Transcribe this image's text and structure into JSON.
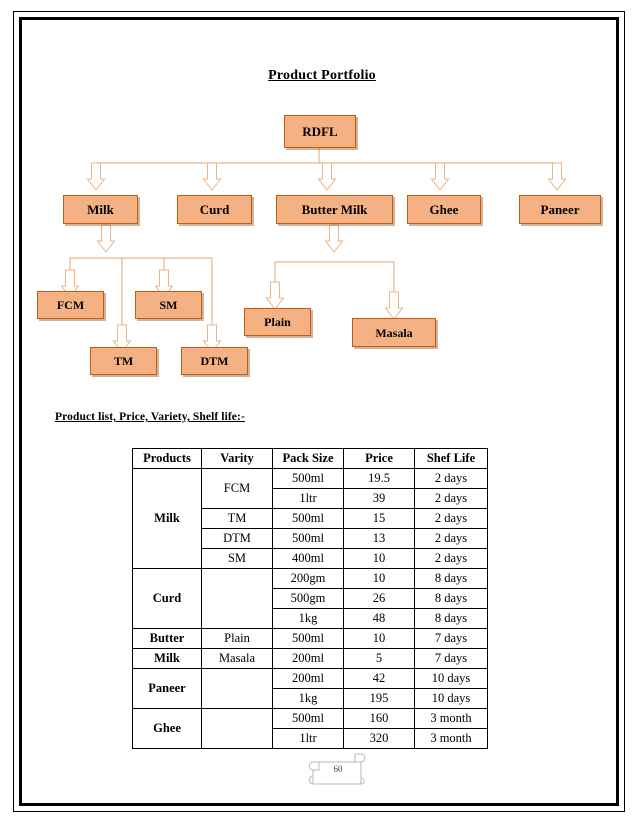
{
  "document": {
    "title": "Product Portfolio",
    "subtitle": "Product list, Price, Variety, Shelf life:-",
    "page_number": "60"
  },
  "colors": {
    "node_fill": "#F4B183",
    "node_border": "#C55A11",
    "connector": "#E8B58A",
    "page_border": "#000000"
  },
  "chart_data": {
    "type": "diagram",
    "title": "Product Portfolio",
    "root": "RDFL",
    "nodes": [
      {
        "id": "rdfl",
        "label": "RDFL",
        "level": 0
      },
      {
        "id": "milk",
        "label": "Milk",
        "level": 1,
        "parent": "rdfl"
      },
      {
        "id": "curd",
        "label": "Curd",
        "level": 1,
        "parent": "rdfl"
      },
      {
        "id": "bmilk",
        "label": "Butter Milk",
        "level": 1,
        "parent": "rdfl"
      },
      {
        "id": "ghee",
        "label": "Ghee",
        "level": 1,
        "parent": "rdfl"
      },
      {
        "id": "paneer",
        "label": "Paneer",
        "level": 1,
        "parent": "rdfl"
      },
      {
        "id": "fcm",
        "label": "FCM",
        "level": 2,
        "parent": "milk"
      },
      {
        "id": "sm",
        "label": "SM",
        "level": 2,
        "parent": "milk"
      },
      {
        "id": "tm",
        "label": "TM",
        "level": 2,
        "parent": "milk"
      },
      {
        "id": "dtm",
        "label": "DTM",
        "level": 2,
        "parent": "milk"
      },
      {
        "id": "plain",
        "label": "Plain",
        "level": 2,
        "parent": "bmilk"
      },
      {
        "id": "masala",
        "label": "Masala",
        "level": 2,
        "parent": "bmilk"
      }
    ]
  },
  "table": {
    "headers": [
      "Products",
      "Varity",
      "Pack Size",
      "Price",
      "Shef Life"
    ],
    "rows": [
      {
        "product": "Milk",
        "variety": "FCM",
        "pack": "500ml",
        "price": "19.5",
        "life": "2 days",
        "product_rowspan": 5,
        "variety_rowspan": 2
      },
      {
        "product": null,
        "variety": null,
        "pack": "1ltr",
        "price": "39",
        "life": "2 days"
      },
      {
        "product": null,
        "variety": "TM",
        "pack": "500ml",
        "price": "15",
        "life": "2 days",
        "variety_rowspan": 1
      },
      {
        "product": null,
        "variety": "DTM",
        "pack": "500ml",
        "price": "13",
        "life": "2 days",
        "variety_rowspan": 1
      },
      {
        "product": null,
        "variety": "SM",
        "pack": "400ml",
        "price": "10",
        "life": "2 days",
        "variety_rowspan": 1
      },
      {
        "product": "Curd",
        "variety": "",
        "pack": "200gm",
        "price": "10",
        "life": "8 days",
        "product_rowspan": 3,
        "variety_rowspan": 3
      },
      {
        "product": null,
        "variety": null,
        "pack": "500gm",
        "price": "26",
        "life": "8 days"
      },
      {
        "product": null,
        "variety": null,
        "pack": "1kg",
        "price": "48",
        "life": "8 days"
      },
      {
        "product": "Butter",
        "variety": "Plain",
        "pack": "500ml",
        "price": "10",
        "life": "7 days",
        "product_rowspan": 1,
        "variety_rowspan": 1
      },
      {
        "product": "Milk",
        "variety": "Masala",
        "pack": "200ml",
        "price": "5",
        "life": "7 days",
        "product_rowspan": 1,
        "variety_rowspan": 1
      },
      {
        "product": "Paneer",
        "variety": "",
        "pack": "200ml",
        "price": "42",
        "life": "10 days",
        "product_rowspan": 2,
        "variety_rowspan": 2
      },
      {
        "product": null,
        "variety": null,
        "pack": "1kg",
        "price": "195",
        "life": "10 days"
      },
      {
        "product": "Ghee",
        "variety": "",
        "pack": "500ml",
        "price": "160",
        "life": "3 month",
        "product_rowspan": 2,
        "variety_rowspan": 2
      },
      {
        "product": null,
        "variety": null,
        "pack": "1ltr",
        "price": "320",
        "life": "3 month"
      }
    ]
  }
}
